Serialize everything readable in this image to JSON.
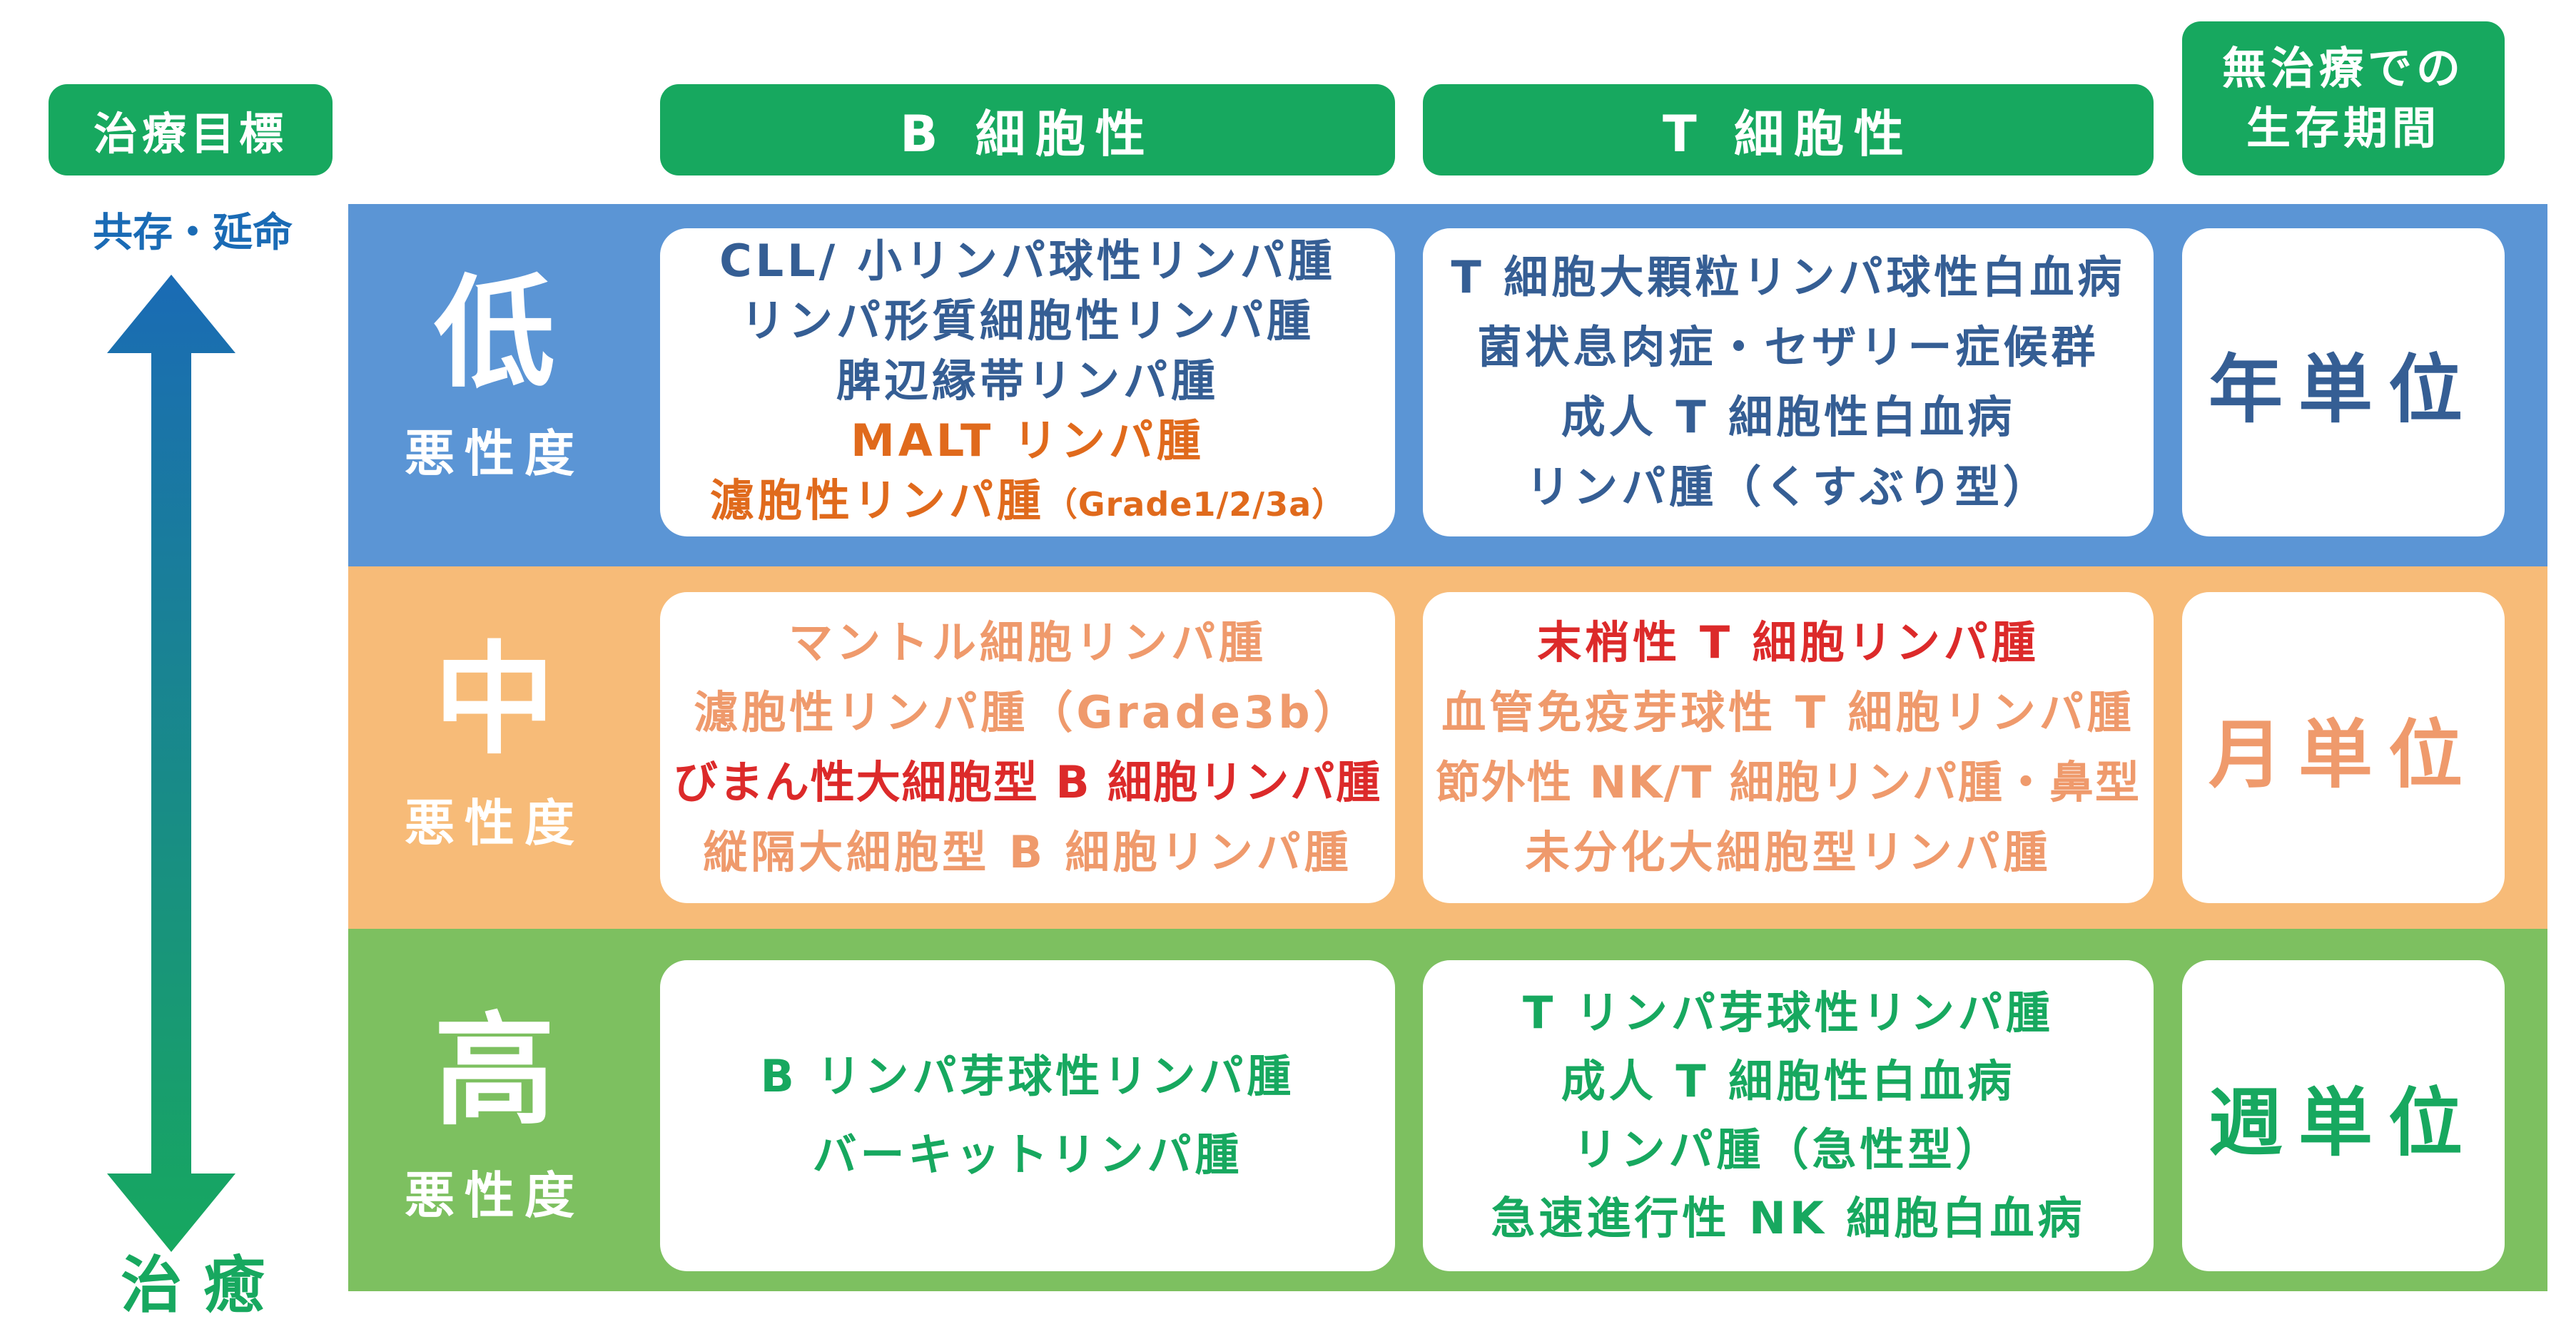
{
  "header": {
    "goal": "治療目標",
    "b_cell": "B 細胞性",
    "t_cell": "T 細胞性",
    "survival_line1": "無治療での",
    "survival_line2": "生存期間"
  },
  "axis": {
    "top_label": "共存・延命",
    "bottom_label": "治 癒",
    "color_top": "#1a6bb5",
    "color_bottom": "#17a85f"
  },
  "colors": {
    "header_green": "#17a85f",
    "band_low": "#5b95d5",
    "band_mid": "#f7bb78",
    "band_high": "#7dc060"
  },
  "grades": {
    "low": {
      "big": "低",
      "small": "悪性度"
    },
    "mid": {
      "big": "中",
      "small": "悪性度"
    },
    "high": {
      "big": "高",
      "small": "悪性度"
    }
  },
  "low": {
    "b_cell": [
      "CLL/ 小リンパ球性リンパ腫",
      "リンパ形質細胞性リンパ腫",
      "脾辺縁帯リンパ腫",
      "MALT リンパ腫",
      "濾胞性リンパ腫"
    ],
    "b_cell_paren": "（Grade1/2/3a）",
    "t_cell": [
      "T 細胞大顆粒リンパ球性白血病",
      "菌状息肉症・セザリー症候群",
      "成人 T 細胞性白血病",
      "リンパ腫（くすぶり型）"
    ],
    "survival": "年単位"
  },
  "mid": {
    "b_cell": [
      "マントル細胞リンパ腫",
      "濾胞性リンパ腫（Grade3b）",
      "びまん性大細胞型 B 細胞リンパ腫",
      "縦隔大細胞型 B 細胞リンパ腫"
    ],
    "t_cell": [
      "末梢性 T 細胞リンパ腫",
      "血管免疫芽球性 T 細胞リンパ腫",
      "節外性 NK/T 細胞リンパ腫・鼻型",
      "未分化大細胞型リンパ腫"
    ],
    "survival": "月単位"
  },
  "high": {
    "b_cell": [
      "B リンパ芽球性リンパ腫",
      "バーキットリンパ腫"
    ],
    "t_cell": [
      "T リンパ芽球性リンパ腫",
      "成人 T 細胞性白血病",
      "リンパ腫（急性型）",
      "急速進行性 NK 細胞白血病"
    ],
    "survival": "週単位"
  }
}
